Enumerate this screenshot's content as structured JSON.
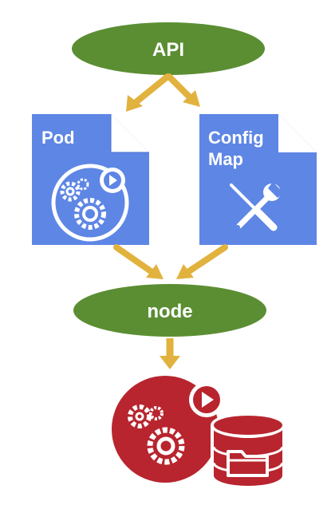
{
  "nodes": {
    "api": {
      "label": "API"
    },
    "pod": {
      "label": "Pod"
    },
    "configmap": {
      "label_line1": "Config",
      "label_line2": "Map"
    },
    "node": {
      "label": "node"
    }
  },
  "icons": {
    "pod": "gears-with-play-icon",
    "configmap": "wrench-screwdriver-icon",
    "output_container": "gears-with-play-icon",
    "output_volume": "folder-volume-icon"
  },
  "colors": {
    "ellipse": "#5B8E33",
    "document": "#5E86E5",
    "arrow": "#E2B23E",
    "output": "#B8252E",
    "text": "#ffffff"
  }
}
